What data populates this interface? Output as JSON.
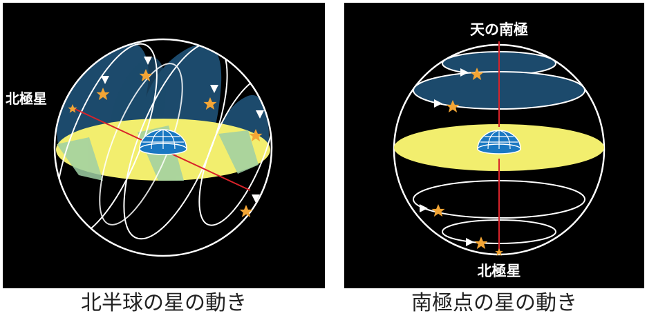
{
  "left": {
    "caption": "北半球の星の動き",
    "label_polaris": "北極星"
  },
  "right": {
    "caption": "南極点の星の動き",
    "label_south_pole": "天の南極",
    "label_polaris": "北極星"
  },
  "colors": {
    "background": "#000000",
    "horizon": "#f2ee6e",
    "sky_blue": "#1c4a6c",
    "axis_red": "#d8232a",
    "star": "#f3a535",
    "earth": "#1a78c2",
    "white": "#ffffff"
  },
  "icons": [
    "star-icon",
    "arrow-icon",
    "earth-dome-icon"
  ]
}
